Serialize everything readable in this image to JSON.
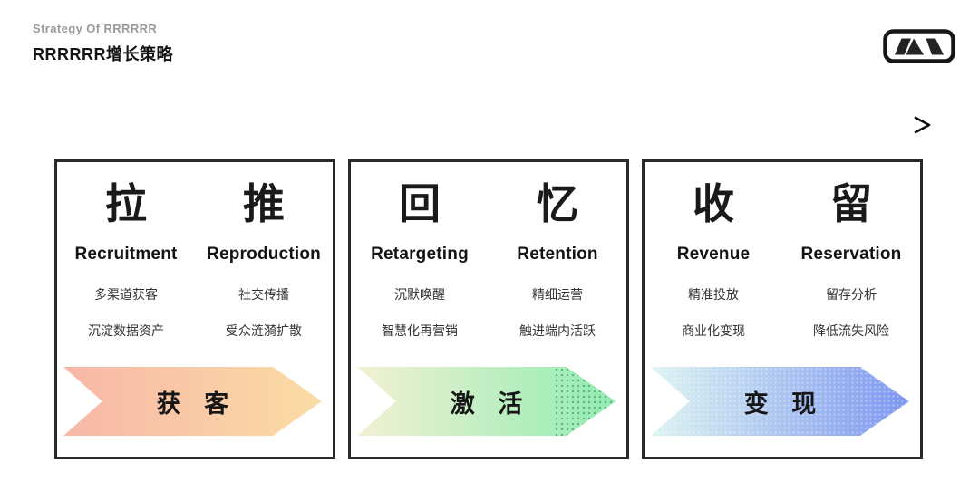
{
  "header": {
    "subtitle": "Strategy Of RRRRRR",
    "title": "RRRRRR增长策略"
  },
  "icons": {
    "logo": "mountains-logo",
    "flow_arrow": "arrow-right"
  },
  "colors": {
    "card_border": "#2a2a2a",
    "arrow_gradient_start": "#dfdfdf",
    "arrow_gradient_end": "#0c0c0c"
  },
  "cards": [
    {
      "columns": [
        {
          "keyword": "拉",
          "term": "Recruitment",
          "points": [
            "多渠道获客",
            "沉淀数据资产"
          ]
        },
        {
          "keyword": "推",
          "term": "Reproduction",
          "points": [
            "社交传播",
            "受众涟漪扩散"
          ]
        }
      ],
      "banner": {
        "label": "获 客",
        "from": "#F8B7A8",
        "to": "#FADCA4"
      }
    },
    {
      "columns": [
        {
          "keyword": "回",
          "term": "Retargeting",
          "points": [
            "沉默唤醒",
            "智慧化再营销"
          ]
        },
        {
          "keyword": "忆",
          "term": "Retention",
          "points": [
            "精细运营",
            "触进端内活跃"
          ]
        }
      ],
      "banner": {
        "label": "激 活",
        "from": "#F3F0D4",
        "to": "#8FEDB1"
      }
    },
    {
      "columns": [
        {
          "keyword": "收",
          "term": "Revenue",
          "points": [
            "精准投放",
            "商业化变现"
          ]
        },
        {
          "keyword": "留",
          "term": "Reservation",
          "points": [
            "留存分析",
            "降低流失风险"
          ]
        }
      ],
      "banner": {
        "label": "变 现",
        "from": "#DCF4F1",
        "to": "#7D96F0"
      }
    }
  ]
}
